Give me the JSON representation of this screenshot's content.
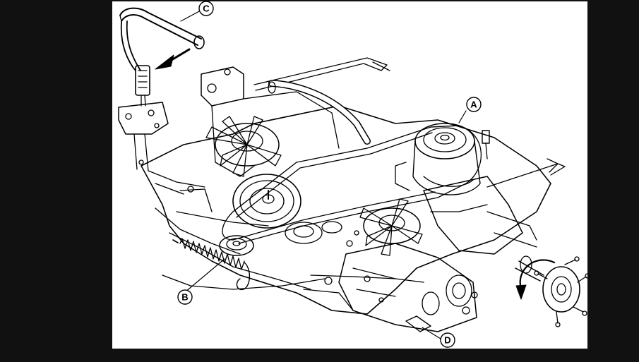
{
  "colors": {
    "background": "#111111",
    "panel": "#ffffff",
    "line": "#000000",
    "spring": "#555555"
  },
  "callouts": {
    "a": {
      "label": "A"
    },
    "b": {
      "label": "B"
    },
    "c": {
      "label": "C"
    },
    "d": {
      "label": "D"
    }
  }
}
